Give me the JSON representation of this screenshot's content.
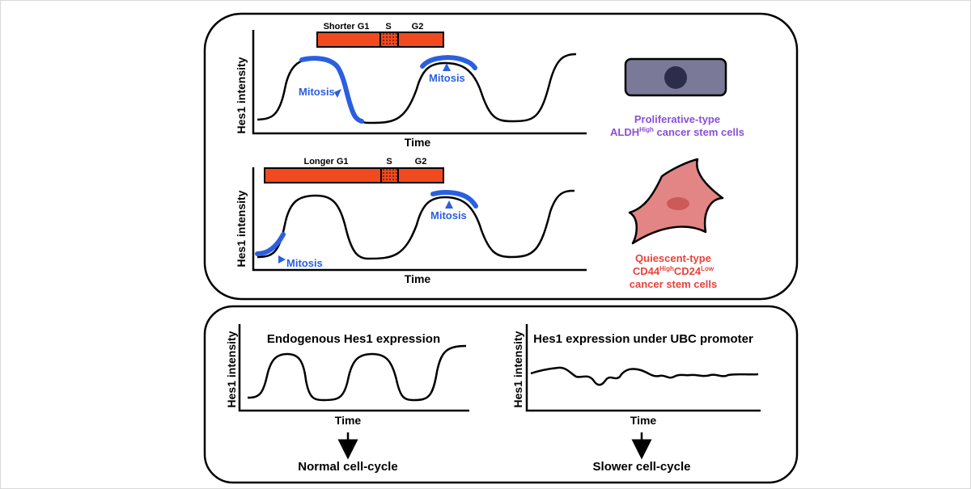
{
  "top_panel": {
    "graph1": {
      "ylabel": "Hes1 intensity",
      "xlabel": "Time",
      "phase_bar": {
        "g1": "Shorter G1",
        "s": "S",
        "g2": "G2"
      },
      "mitosis_1": "Mitosis",
      "mitosis_2": "Mitosis"
    },
    "graph2": {
      "ylabel": "Hes1 intensity",
      "xlabel": "Time",
      "phase_bar": {
        "g1": "Longer G1",
        "s": "S",
        "g2": "G2"
      },
      "mitosis_1": "Mitosis",
      "mitosis_2": "Mitosis"
    },
    "cell1": {
      "line1": "Proliferative-type",
      "line2_main": "ALDH",
      "line2_sup": "High",
      "line2_rest": " cancer stem cells"
    },
    "cell2": {
      "line1": "Quiescent-type",
      "line2_a": "CD44",
      "line2_sup_a": "High",
      "line2_b": "CD24",
      "line2_sup_b": "Low",
      "line3": "cancer stem cells"
    }
  },
  "bottom_panel": {
    "left": {
      "title": "Endogenous Hes1 expression",
      "ylabel": "Hes1 intensity",
      "xlabel": "Time",
      "outcome": "Normal cell-cycle"
    },
    "right": {
      "title": "Hes1 expression under UBC promoter",
      "ylabel": "Hes1 intensity",
      "xlabel": "Time",
      "outcome": "Slower cell-cycle"
    }
  },
  "colors": {
    "phase_bar": "#f04a1e",
    "mitosis": "#2a5fe0",
    "proliferative": "#8a4fd8",
    "quiescent": "#e8423a",
    "cell1_fill": "#7a7a98",
    "cell1_nucleus": "#2b2d4a",
    "cell2_fill": "#e48585",
    "cell2_nucleus": "#cc5a5a"
  }
}
